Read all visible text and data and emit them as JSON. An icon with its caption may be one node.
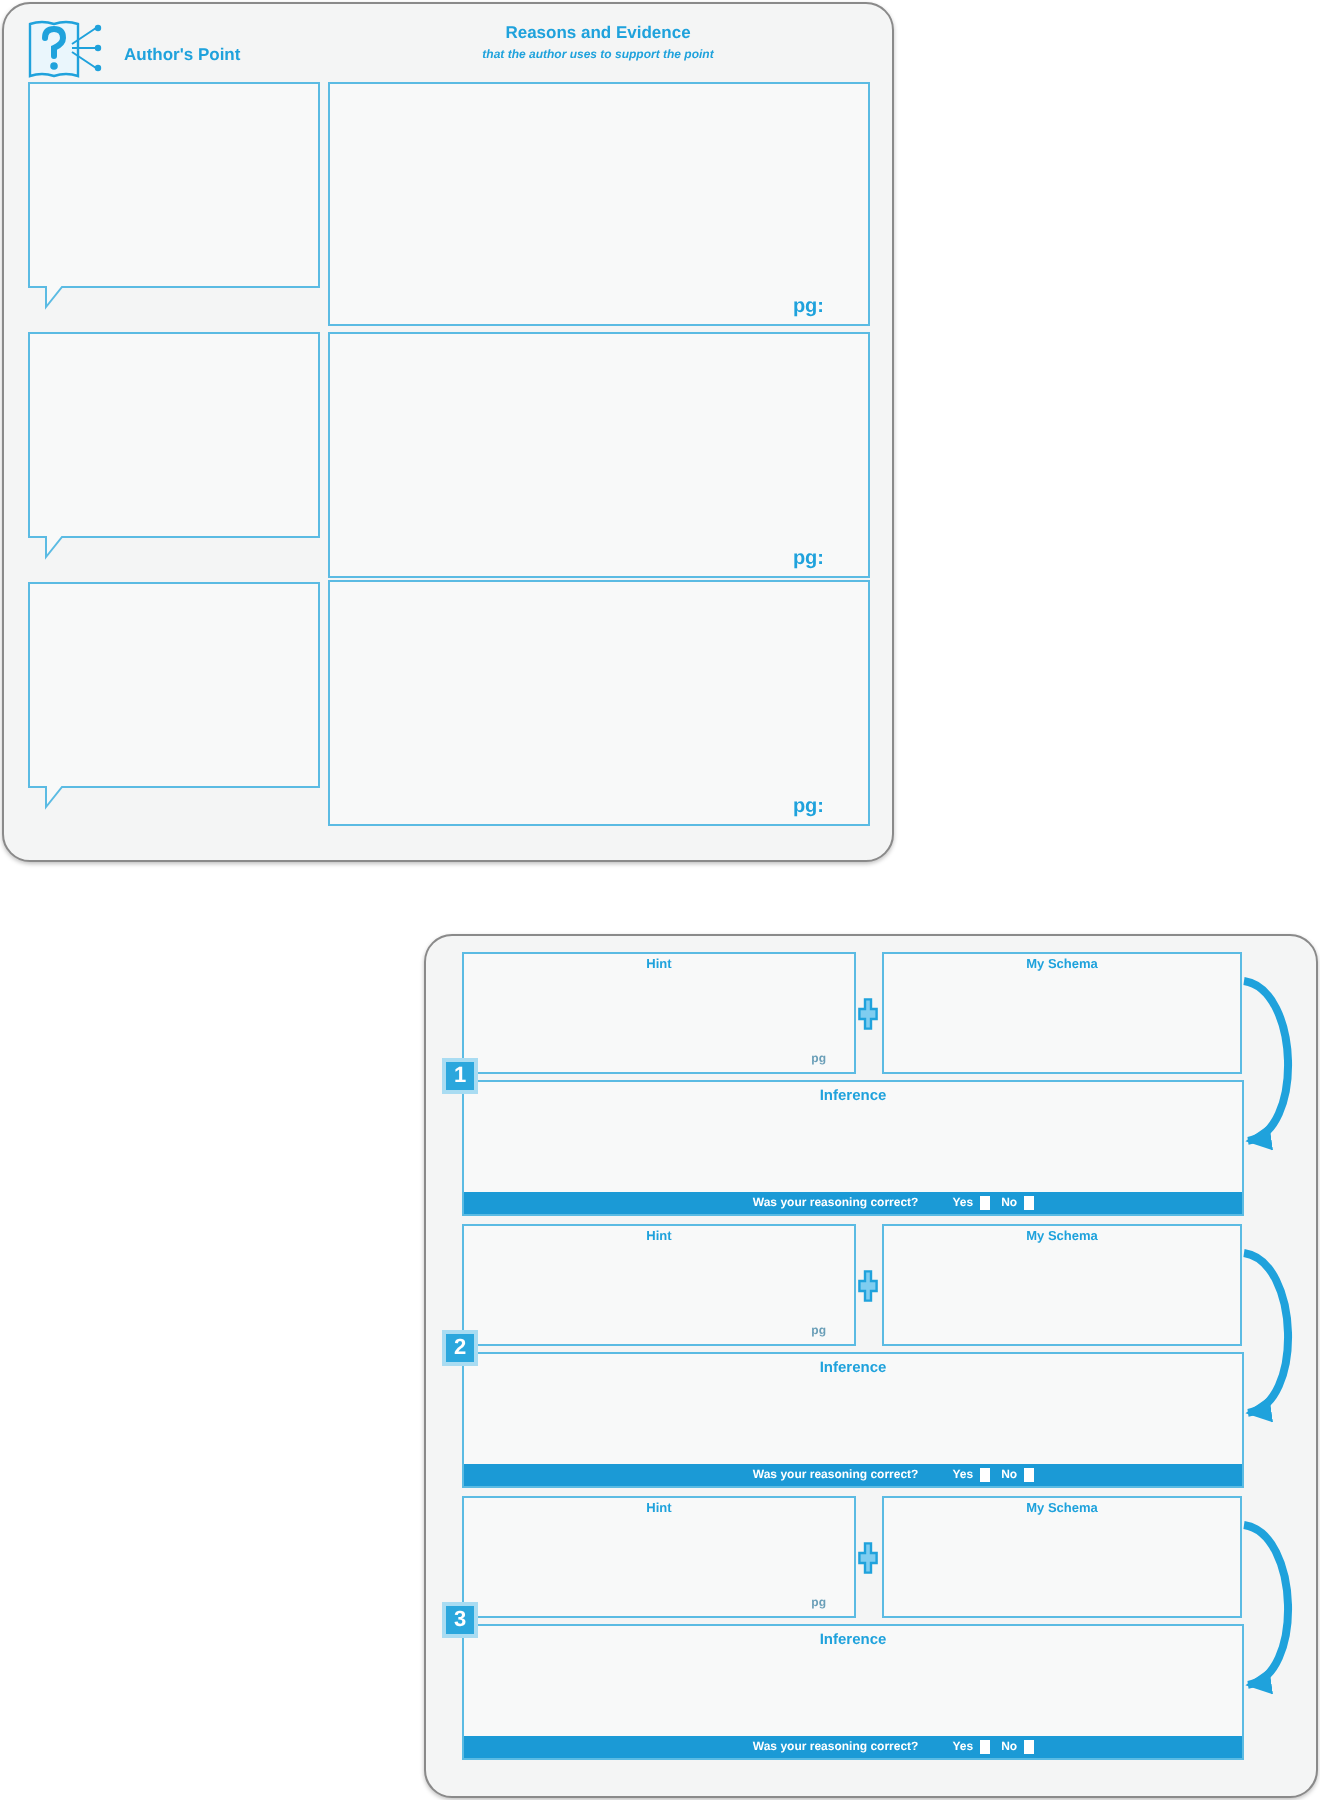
{
  "diagram": {
    "nodes": [
      {
        "text": [
          "Author's Point",
          "Reasons and Evidence",
          "that the author uses to support the point"
        ]
      },
      {
        "text": [],
        "shape": "bubble",
        "in": 0
      },
      {
        "text": [
          "pg:"
        ],
        "in": 0
      },
      {
        "text": [],
        "shape": "bubble",
        "in": 0
      },
      {
        "text": [
          "pg:"
        ],
        "in": 0
      },
      {
        "text": [],
        "shape": "bubble",
        "in": 0
      },
      {
        "text": [
          "pg:"
        ],
        "in": 0
      },
      {
        "text": [],
        "shape": "box"
      },
      {
        "text": [
          "Hint",
          "pg"
        ],
        "in": 7
      },
      {
        "text": [
          "My Schema"
        ],
        "in": 7
      },
      {
        "text": [
          "1"
        ],
        "in": 7
      },
      {
        "text": [
          "Inference"
        ],
        "in": 7
      },
      {
        "text": [
          "Was your reasoning correct?",
          "Yes",
          "No"
        ],
        "in": 11
      },
      {
        "text": [
          "Hint",
          "pg"
        ],
        "in": 7
      },
      {
        "text": [
          "My Schema"
        ],
        "in": 7
      },
      {
        "text": [
          "2"
        ],
        "in": 7
      },
      {
        "text": [
          "Inference"
        ],
        "in": 7
      },
      {
        "text": [
          "Was your reasoning correct?",
          "Yes",
          "No"
        ],
        "in": 16
      },
      {
        "text": [
          "Hint",
          "pg"
        ],
        "in": 7
      },
      {
        "text": [
          "My Schema"
        ],
        "in": 7
      },
      {
        "text": [
          "3"
        ],
        "in": 7
      },
      {
        "text": [
          "Inference"
        ],
        "in": 7
      },
      {
        "text": [
          "Was your reasoning correct?",
          "Yes",
          "No"
        ],
        "in": 21
      }
    ],
    "edges": [
      {
        "from": 9,
        "to": 11,
        "arrow": "to"
      },
      {
        "from": 14,
        "to": 16,
        "arrow": "to"
      },
      {
        "from": 19,
        "to": 21,
        "arrow": "to"
      }
    ]
  }
}
